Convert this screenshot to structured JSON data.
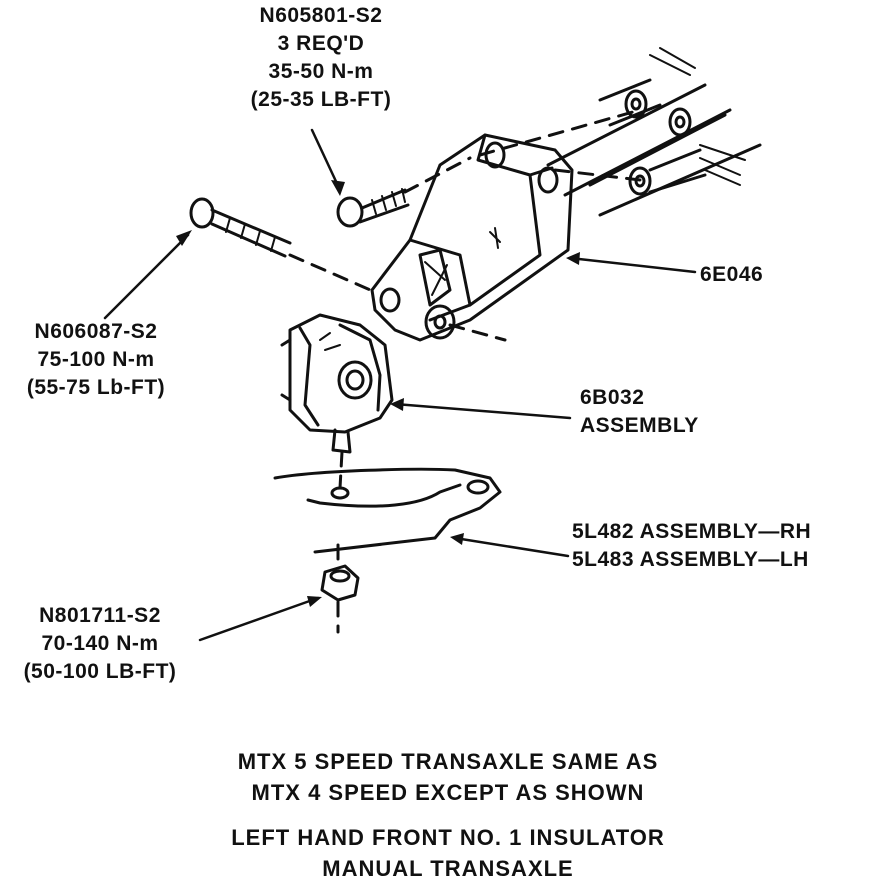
{
  "callouts": {
    "top_fastener": {
      "part": "N605801-S2",
      "qty": "3 REQ'D",
      "torque_nm": "35-50 N-m",
      "torque_lbft": "(25-35 LB-FT)"
    },
    "left_fastener": {
      "part": "N606087-S2",
      "torque_nm": "75-100 N-m",
      "torque_lbft": "(55-75 Lb-FT)"
    },
    "bracket": {
      "part": "6E046"
    },
    "insulator": {
      "part": "6B032",
      "suffix": "ASSEMBLY"
    },
    "support": {
      "rh": "5L482 ASSEMBLY—RH",
      "lh": "5L483 ASSEMBLY—LH"
    },
    "nut": {
      "part": "N801711-S2",
      "torque_nm": "70-140 N-m",
      "torque_lbft": "(50-100 LB-FT)"
    }
  },
  "note": {
    "line1": "MTX 5 SPEED TRANSAXLE SAME AS",
    "line2": "MTX 4 SPEED EXCEPT AS SHOWN"
  },
  "title": {
    "line1": "LEFT HAND FRONT NO. 1 INSULATOR",
    "line2": "MANUAL TRANSAXLE"
  }
}
